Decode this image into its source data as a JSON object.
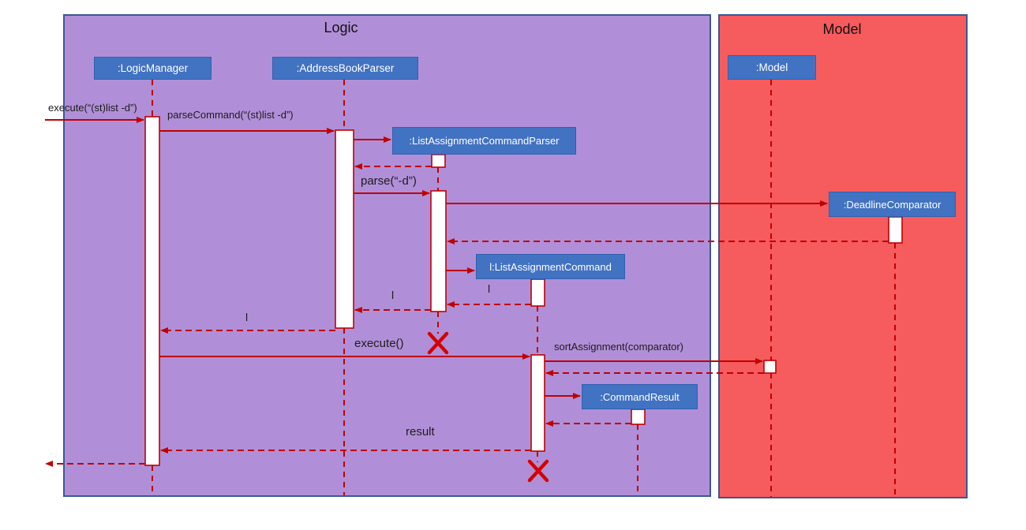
{
  "diagram": {
    "type": "uml-sequence-diagram",
    "frames": {
      "logic": "Logic",
      "model": "Model"
    },
    "participants": {
      "logic_manager": ":LogicManager",
      "address_book_parser": ":AddressBookParser",
      "model": ":Model",
      "list_assignment_command_parser": ":ListAssignmentCommandParser",
      "deadline_comparator": ":DeadlineComparator",
      "list_assignment_command": "l:ListAssignmentCommand",
      "command_result": ":CommandResult"
    },
    "messages": {
      "execute_user": "execute(“(st)list -d”)",
      "parse_command": "parseCommand(“(st)list -d”)",
      "parse": "parse(“-d”)",
      "return_l": "l",
      "execute": "execute()",
      "sort_assignment": "sortAssignment(comparator)",
      "result": "result"
    },
    "colors": {
      "logic_frame_fill": "#b18fd8",
      "model_frame_fill": "#f65b5e",
      "frame_border": "#3a5795",
      "participant_fill": "#4272c2",
      "participant_text": "#ffffff",
      "arrow": "#c00000",
      "destroy_x": "#d40000",
      "label_text": "#1c1c1c"
    }
  }
}
